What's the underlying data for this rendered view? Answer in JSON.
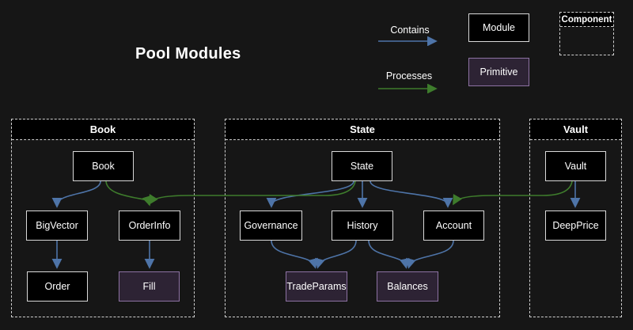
{
  "title": "Pool Modules",
  "colors": {
    "background": "#161616",
    "node_fill": "#000000",
    "node_border": "#d9d9d9",
    "primitive_fill": "#2d2334",
    "primitive_border": "#8d72a3",
    "contains_color": "#4e74a8",
    "processes_color": "#3e7c2c",
    "subgraph_border": "#cfcfcf",
    "text_color": "#ffffff"
  },
  "legend": {
    "contains_label": "Contains",
    "processes_label": "Processes",
    "module_label": "Module",
    "primitive_label": "Primitive",
    "component_label": "Component"
  },
  "subgraphs": {
    "book": {
      "title": "Book"
    },
    "state": {
      "title": "State"
    },
    "vault": {
      "title": "Vault"
    }
  },
  "nodes": {
    "book": {
      "label": "Book",
      "type": "module"
    },
    "bigvector": {
      "label": "BigVector",
      "type": "module"
    },
    "orderinfo": {
      "label": "OrderInfo",
      "type": "module"
    },
    "order": {
      "label": "Order",
      "type": "module"
    },
    "fill": {
      "label": "Fill",
      "type": "primitive"
    },
    "state": {
      "label": "State",
      "type": "module"
    },
    "governance": {
      "label": "Governance",
      "type": "module"
    },
    "history": {
      "label": "History",
      "type": "module"
    },
    "account": {
      "label": "Account",
      "type": "module"
    },
    "tradeparams": {
      "label": "TradeParams",
      "type": "primitive"
    },
    "balances": {
      "label": "Balances",
      "type": "primitive"
    },
    "vault": {
      "label": "Vault",
      "type": "module"
    },
    "deepprice": {
      "label": "DeepPrice",
      "type": "module"
    }
  },
  "edges": [
    {
      "from": "Book",
      "to": "BigVector",
      "type": "contains"
    },
    {
      "from": "Book",
      "to": "OrderInfo",
      "type": "processes"
    },
    {
      "from": "BigVector",
      "to": "Order",
      "type": "contains"
    },
    {
      "from": "OrderInfo",
      "to": "Fill",
      "type": "contains"
    },
    {
      "from": "State",
      "to": "Governance",
      "type": "contains"
    },
    {
      "from": "State",
      "to": "History",
      "type": "contains"
    },
    {
      "from": "State",
      "to": "Account",
      "type": "contains"
    },
    {
      "from": "State",
      "to": "OrderInfo",
      "type": "processes"
    },
    {
      "from": "Governance",
      "to": "TradeParams",
      "type": "contains"
    },
    {
      "from": "History",
      "to": "TradeParams",
      "type": "contains"
    },
    {
      "from": "History",
      "to": "Balances",
      "type": "contains"
    },
    {
      "from": "Account",
      "to": "Balances",
      "type": "contains"
    },
    {
      "from": "Vault",
      "to": "DeepPrice",
      "type": "contains"
    },
    {
      "from": "Vault",
      "to": "Account",
      "type": "processes"
    }
  ]
}
